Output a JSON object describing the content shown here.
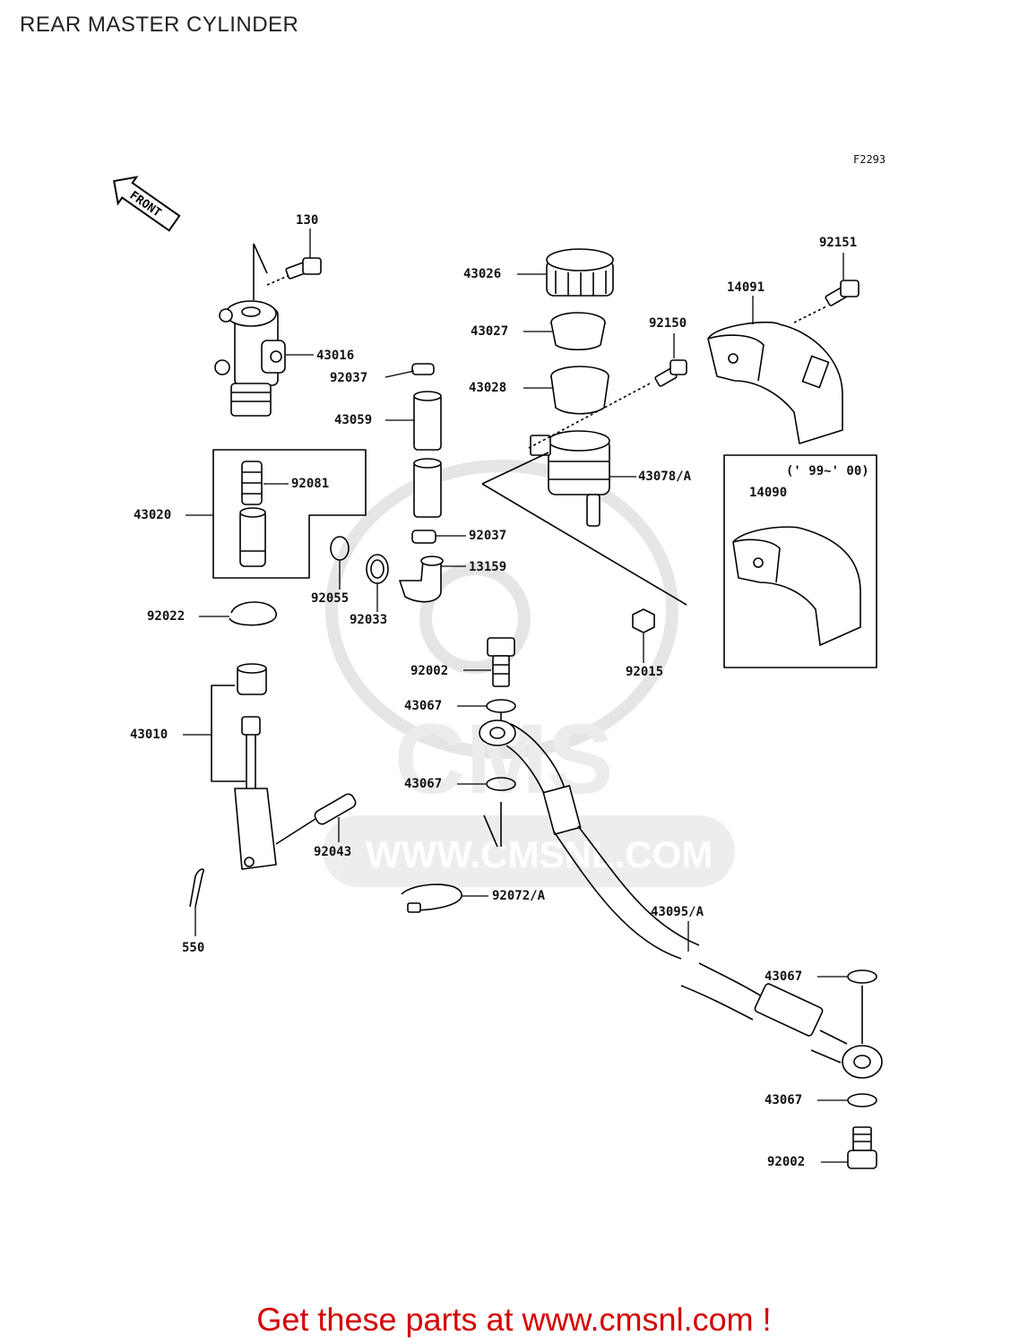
{
  "title": "REAR MASTER CYLINDER",
  "figure_code": "F2293",
  "front_label": "FRONT",
  "variant_note": "(' 99~' 00)",
  "watermark": {
    "brand": "CMS",
    "url": "WWW.CMSNL.COM"
  },
  "parts": [
    {
      "id": "p130",
      "number": "130"
    },
    {
      "id": "p43016",
      "number": "43016"
    },
    {
      "id": "p92037a",
      "number": "92037"
    },
    {
      "id": "p43059",
      "number": "43059"
    },
    {
      "id": "p43026",
      "number": "43026"
    },
    {
      "id": "p43027",
      "number": "43027"
    },
    {
      "id": "p43028",
      "number": "43028"
    },
    {
      "id": "p92150",
      "number": "92150"
    },
    {
      "id": "p14091",
      "number": "14091"
    },
    {
      "id": "p92151",
      "number": "92151"
    },
    {
      "id": "p43020",
      "number": "43020"
    },
    {
      "id": "p92081",
      "number": "92081"
    },
    {
      "id": "p43078A",
      "number": "43078/A"
    },
    {
      "id": "p14090",
      "number": "14090"
    },
    {
      "id": "p92037b",
      "number": "92037"
    },
    {
      "id": "p13159",
      "number": "13159"
    },
    {
      "id": "p92055",
      "number": "92055"
    },
    {
      "id": "p92033",
      "number": "92033"
    },
    {
      "id": "p92022",
      "number": "92022"
    },
    {
      "id": "p92002a",
      "number": "92002"
    },
    {
      "id": "p92015",
      "number": "92015"
    },
    {
      "id": "p43067a",
      "number": "43067"
    },
    {
      "id": "p43010",
      "number": "43010"
    },
    {
      "id": "p43067b",
      "number": "43067"
    },
    {
      "id": "p92043",
      "number": "92043"
    },
    {
      "id": "p92072A",
      "number": "92072/A"
    },
    {
      "id": "p43095A",
      "number": "43095/A"
    },
    {
      "id": "p550",
      "number": "550"
    },
    {
      "id": "p43067c",
      "number": "43067"
    },
    {
      "id": "p43067d",
      "number": "43067"
    },
    {
      "id": "p92002b",
      "number": "92002"
    }
  ],
  "footer_text": "Get these parts at www.cmsnl.com !"
}
